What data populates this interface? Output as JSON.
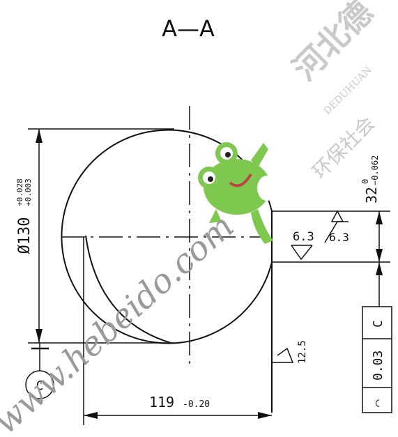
{
  "section_label": "A—A",
  "dimensions": {
    "diameter": {
      "value": "Ø130",
      "upper_tol": "+0.028",
      "lower_tol": "+0.003"
    },
    "key_depth": {
      "value": "32",
      "upper_tol": "0",
      "lower_tol": "−0.062"
    },
    "width": {
      "value": "119",
      "tol": "-0.20"
    }
  },
  "roughness": {
    "keyway_bottom": "6.3",
    "keyway_side": "6.3",
    "outer_face": "12.5"
  },
  "datum": {
    "letter": "C"
  },
  "tolerance_frame": {
    "symbol": "⌒",
    "value": "0.03",
    "datum": "C"
  },
  "watermarks": {
    "site": "www.hebeido.com",
    "company_cn": "河北德",
    "company_en": "DEDUHUAN",
    "slogan_cn": "环保社会"
  },
  "colors": {
    "line": "#111111",
    "watermark": "#c9c9c9",
    "mascot_green": "#7ec850"
  }
}
